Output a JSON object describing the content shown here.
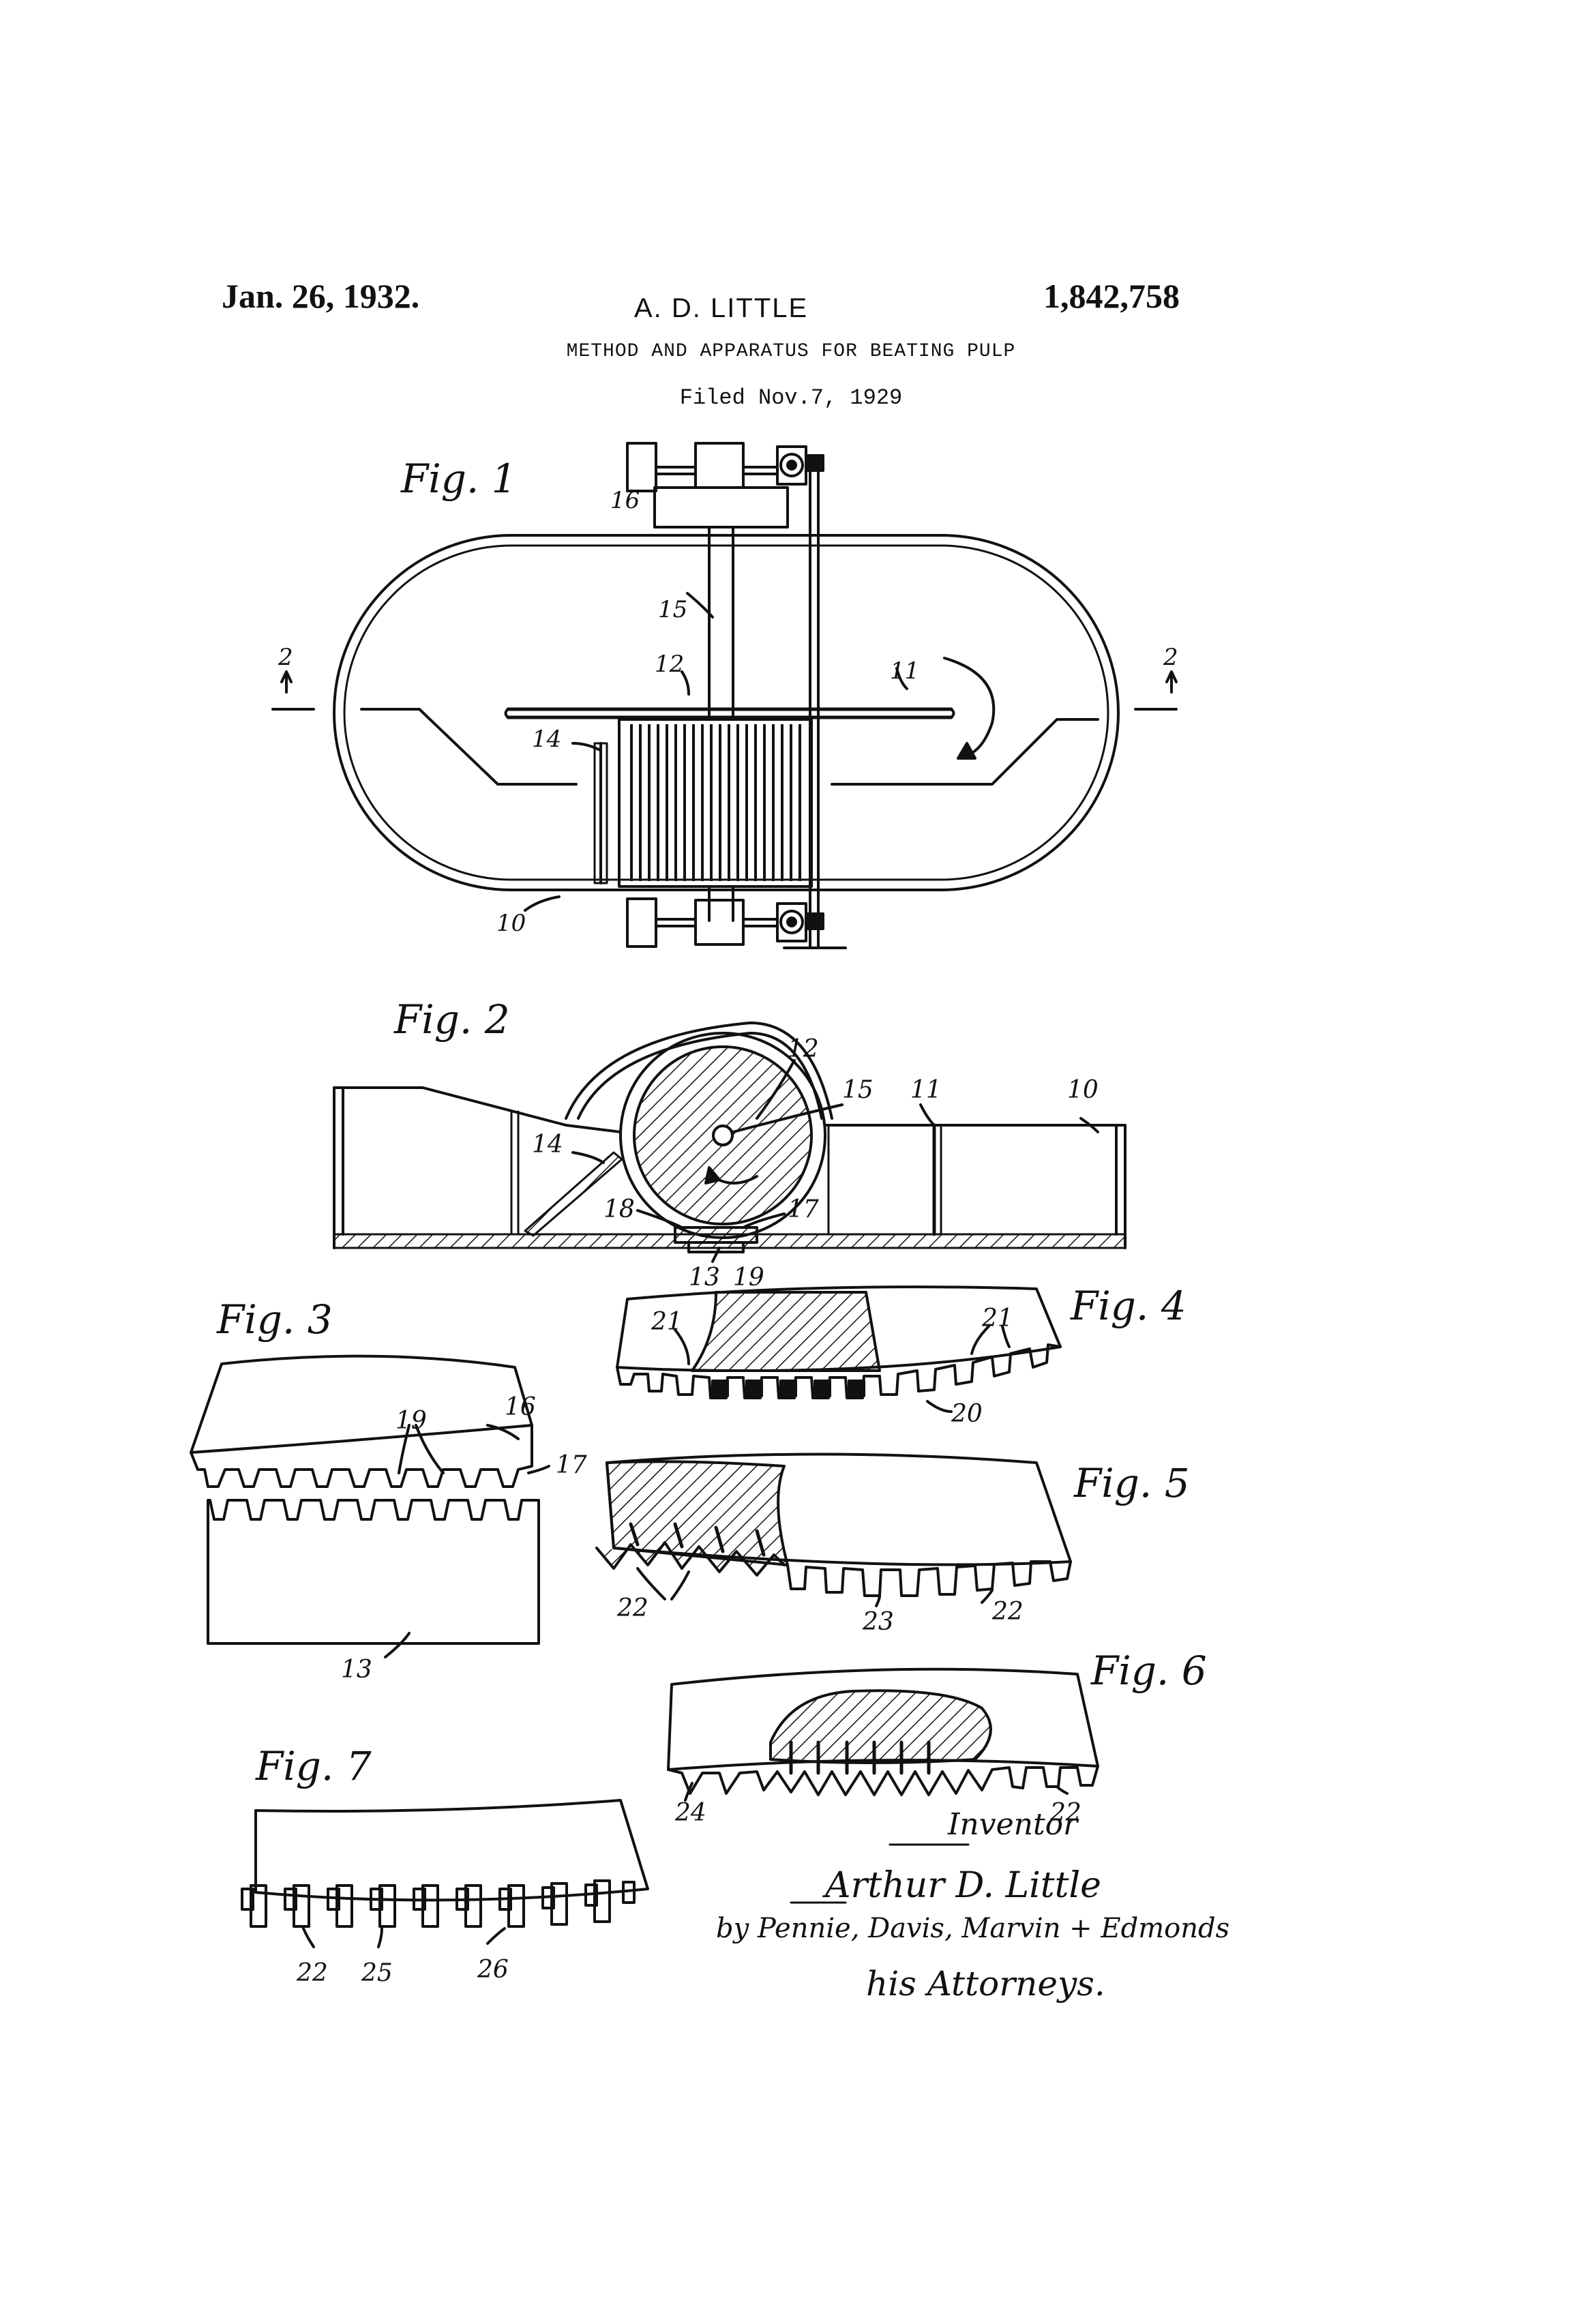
{
  "header": {
    "date": "Jan. 26, 1932.",
    "inventor": "A. D. LITTLE",
    "patent_number": "1,842,758",
    "title": "METHOD AND APPARATUS FOR BEATING PULP",
    "filed": "Filed Nov.7, 1929"
  },
  "figures": {
    "fig1": {
      "label": "Fig. 1",
      "refs": [
        "10",
        "11",
        "12",
        "14",
        "15",
        "16"
      ],
      "section_marks": [
        "2",
        "2"
      ]
    },
    "fig2": {
      "label": "Fig. 2",
      "refs": [
        "10",
        "11",
        "12",
        "13",
        "14",
        "15",
        "17",
        "18",
        "19"
      ]
    },
    "fig3": {
      "label": "Fig. 3",
      "refs": [
        "13",
        "16",
        "17",
        "19"
      ]
    },
    "fig4": {
      "label": "Fig. 4",
      "refs": [
        "20",
        "21",
        "21"
      ]
    },
    "fig5": {
      "label": "Fig. 5",
      "refs": [
        "22",
        "22",
        "23"
      ]
    },
    "fig6": {
      "label": "Fig. 6",
      "refs": [
        "22",
        "24"
      ]
    },
    "fig7": {
      "label": "Fig. 7",
      "refs": [
        "22",
        "25",
        "26"
      ]
    }
  },
  "signature": {
    "heading": "Inventor",
    "name": "Arthur D. Little",
    "by_line": "by Pennie, Davis, Marvin + Edmonds",
    "attorneys": "his Attorneys."
  }
}
